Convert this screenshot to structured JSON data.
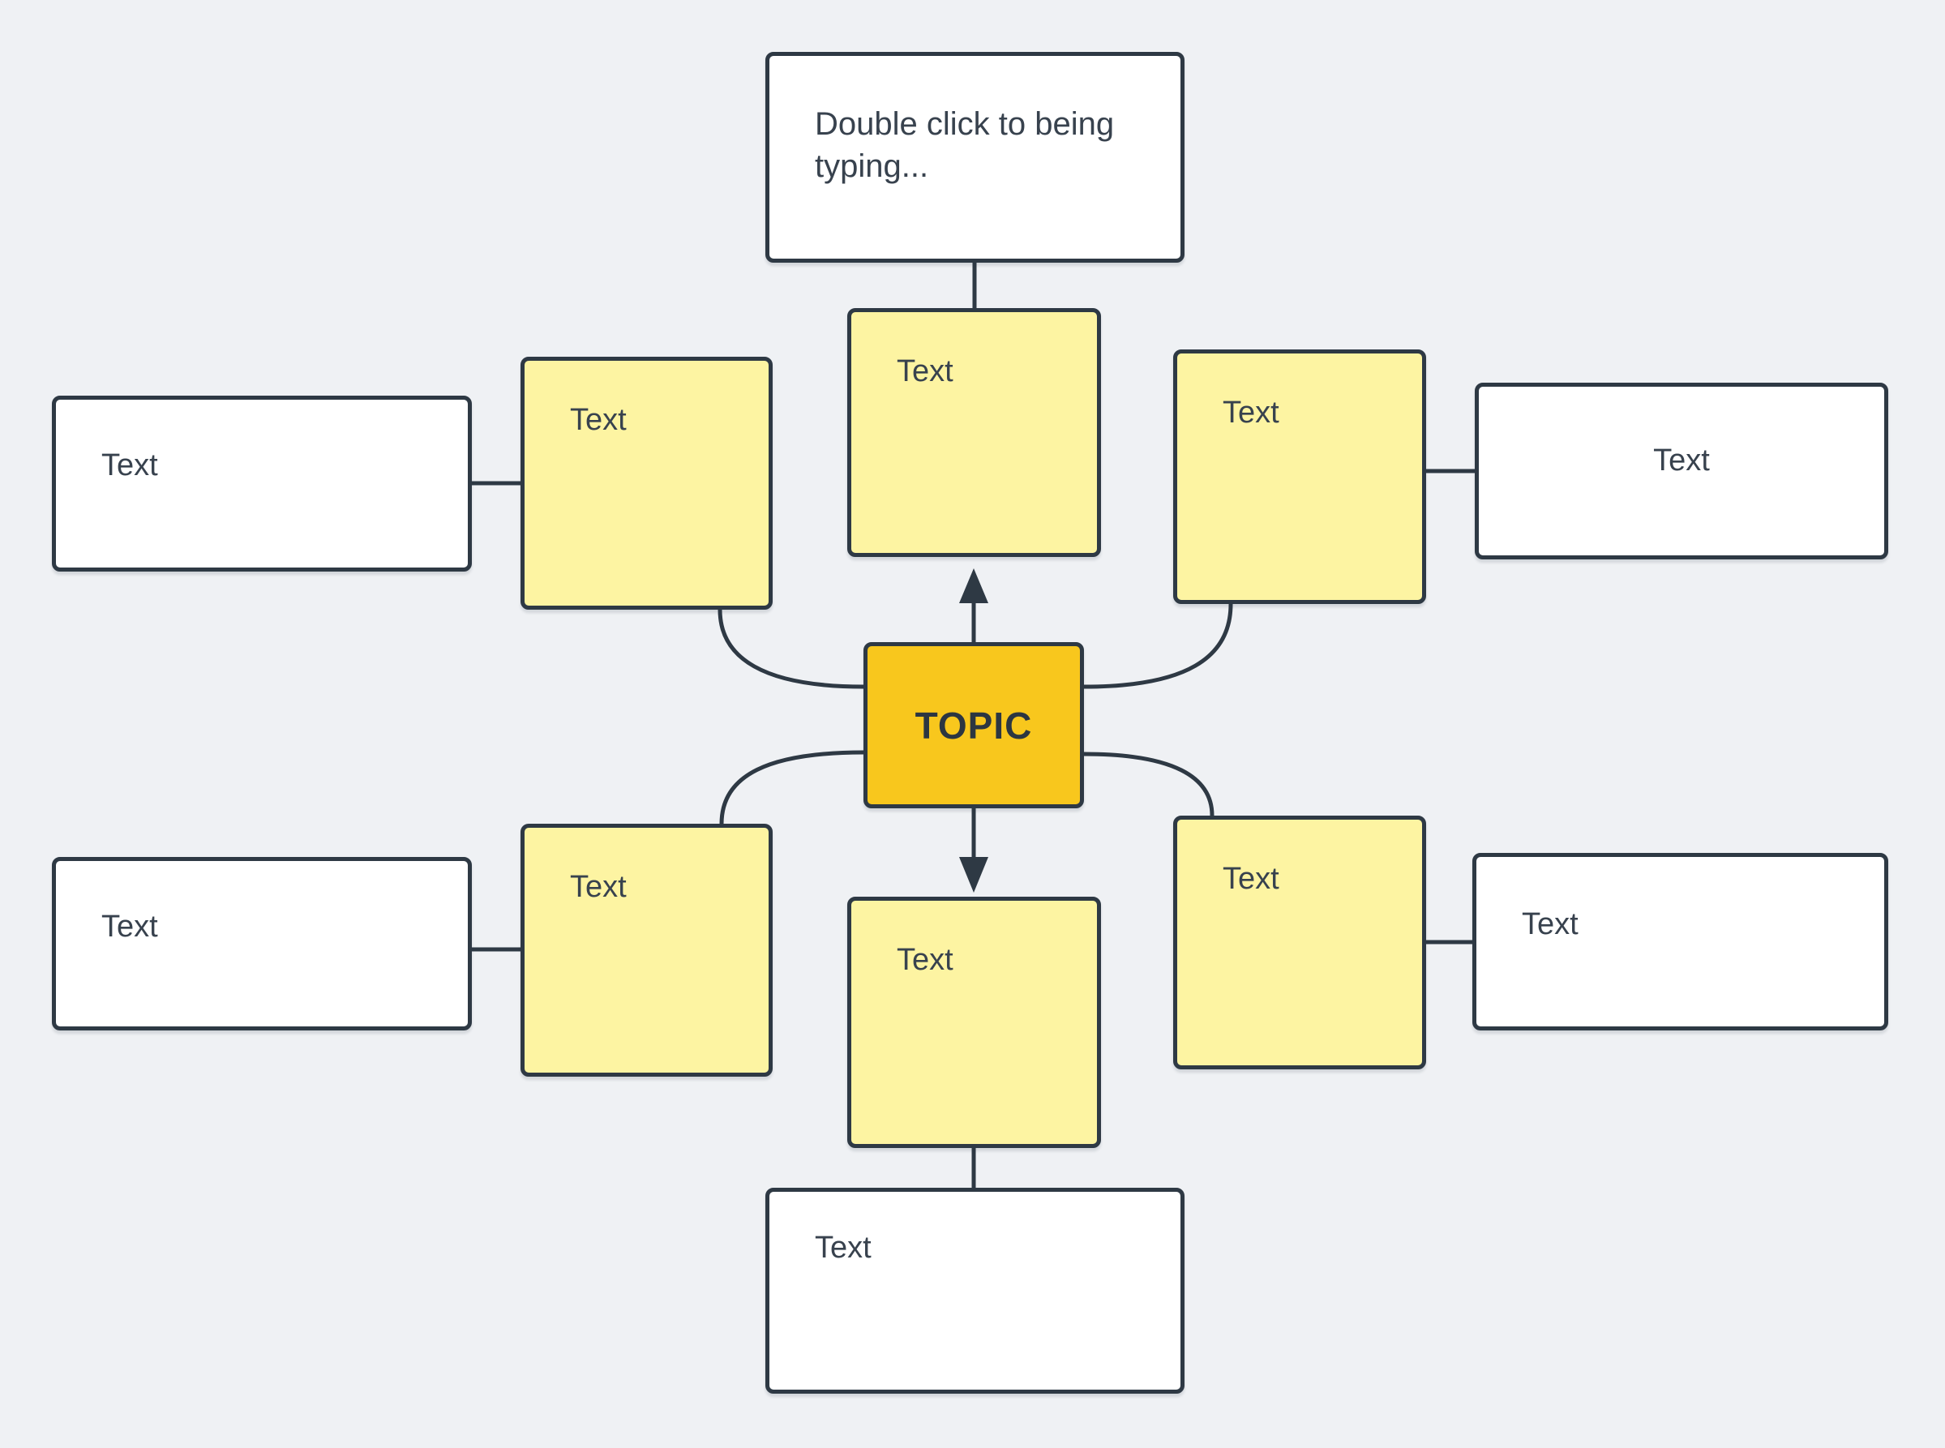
{
  "colors": {
    "background": "#eff1f4",
    "stroke": "#2e3944",
    "text": "#38424e",
    "topicFill": "#f8c71d",
    "topicText": "#2c3641",
    "branchFill": "#fdf4a2",
    "leafFill": "#ffffff"
  },
  "nodes": {
    "topic": {
      "label": "TOPIC"
    },
    "top_note": {
      "label": "Double click to being typing..."
    },
    "branch_top": {
      "label": "Text"
    },
    "branch_left_top": {
      "label": "Text"
    },
    "branch_right_top": {
      "label": "Text"
    },
    "branch_left_bottom": {
      "label": "Text"
    },
    "branch_right_bottom": {
      "label": "Text"
    },
    "branch_bottom": {
      "label": "Text"
    },
    "leaf_left_top": {
      "label": "Text"
    },
    "leaf_right_top": {
      "label": "Text"
    },
    "leaf_left_bottom": {
      "label": "Text"
    },
    "leaf_right_bottom": {
      "label": "Text"
    },
    "leaf_bottom": {
      "label": "Text"
    }
  }
}
